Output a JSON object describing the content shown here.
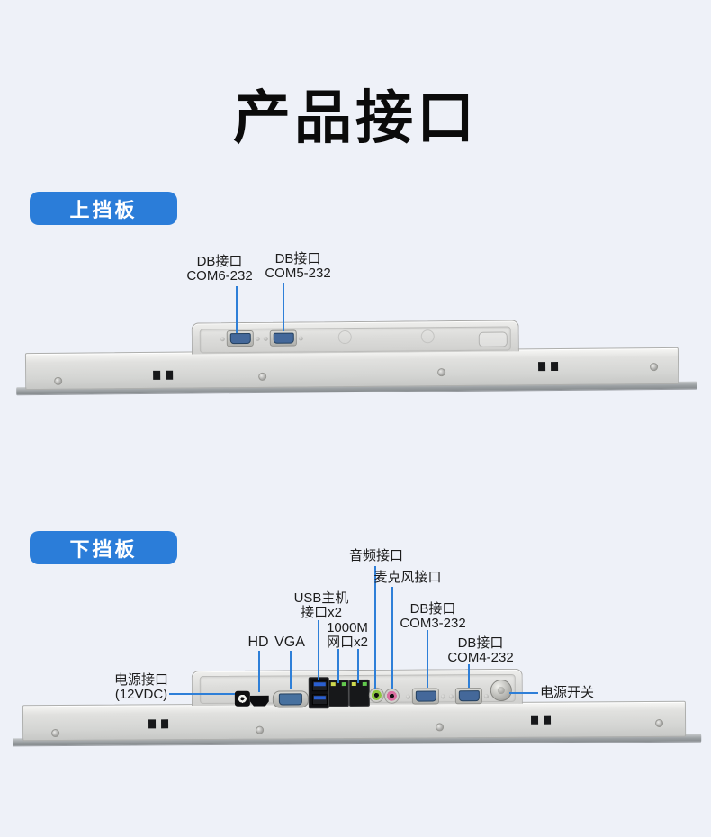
{
  "page": {
    "title": "产品接口",
    "background": "#eef1f8",
    "accent_blue": "#2b7dd9",
    "leader_line_blue": "#2e7fd8"
  },
  "top_section": {
    "tag_label": "上挡板",
    "labels": {
      "com6": {
        "line1": "DB接口",
        "line2": "COM6-232"
      },
      "com5": {
        "line1": "DB接口",
        "line2": "COM5-232"
      }
    }
  },
  "bottom_section": {
    "tag_label": "下挡板",
    "labels": {
      "audio": {
        "line1": "音频接口"
      },
      "mic": {
        "line1": "麦克风接口"
      },
      "usb": {
        "line1": "USB主机",
        "line2": "接口x2"
      },
      "lan": {
        "line1": "1000M",
        "line2": "网口x2"
      },
      "hd": {
        "line1": "HD"
      },
      "vga": {
        "line1": "VGA"
      },
      "com3": {
        "line1": "DB接口",
        "line2": "COM3-232"
      },
      "com4": {
        "line1": "DB接口",
        "line2": "COM4-232"
      },
      "power_in": {
        "line1": "电源接口",
        "line2": "(12VDC)"
      },
      "power_switch": {
        "line1": "电源开关"
      }
    }
  }
}
